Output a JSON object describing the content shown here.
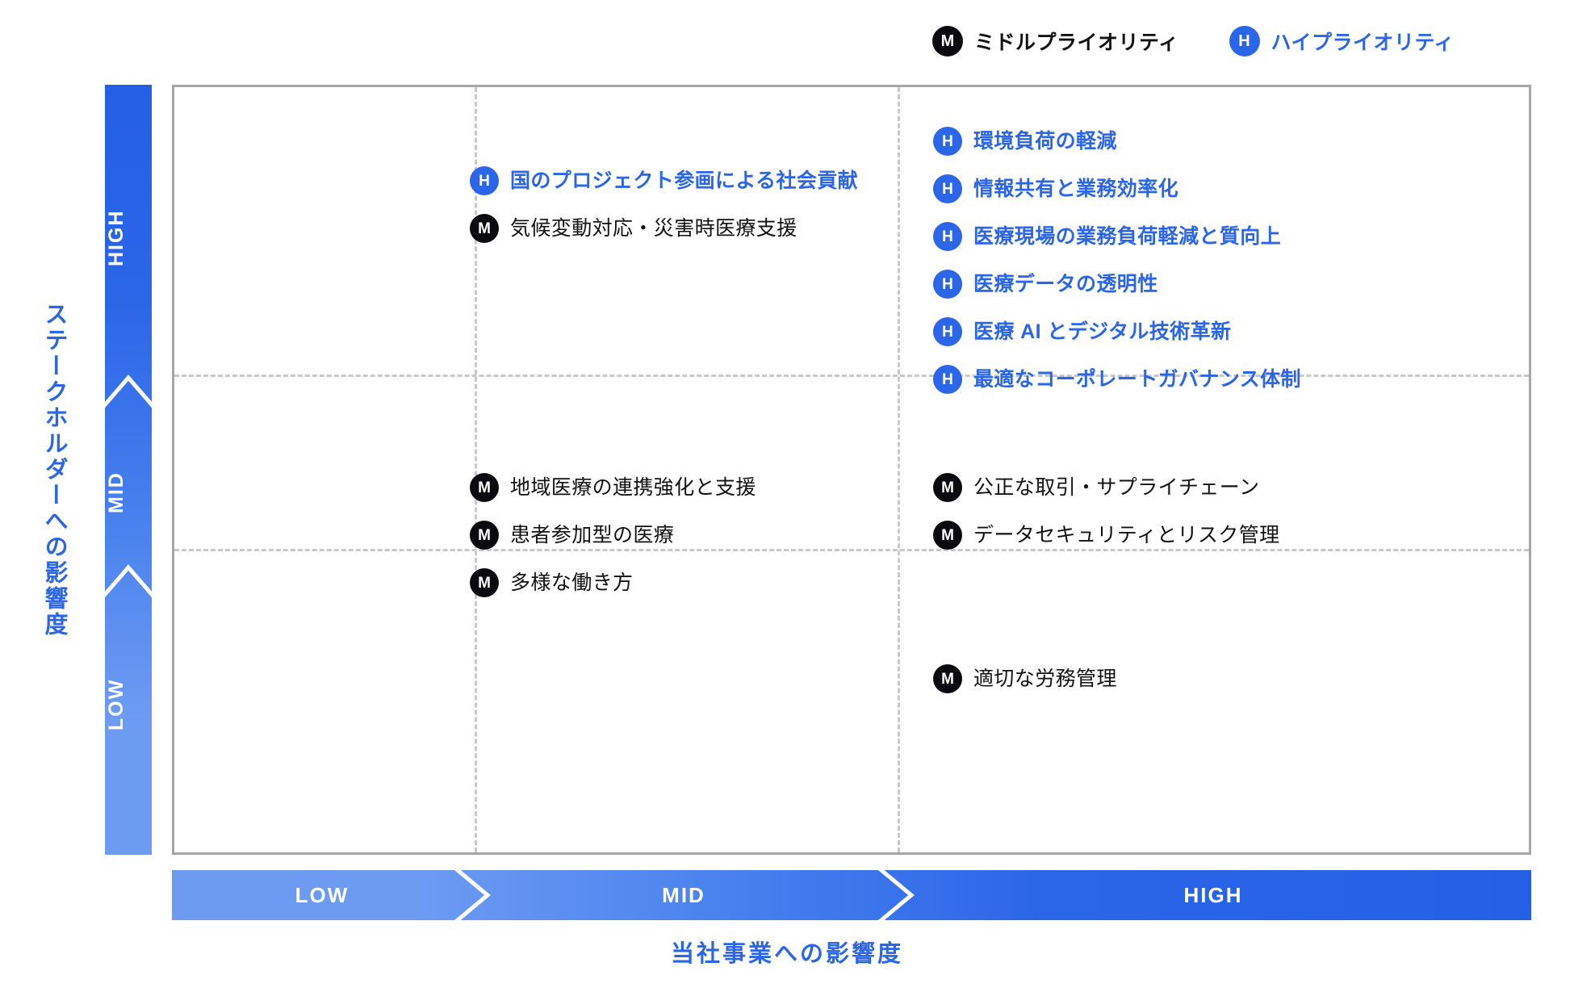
{
  "chart_data": {
    "type": "scatter",
    "title": "",
    "xlabel": "当社事業への影響度",
    "ylabel": "ステークホルダーへの影響度",
    "x_categories": [
      "LOW",
      "MID",
      "HIGH"
    ],
    "y_categories": [
      "LOW",
      "MID",
      "HIGH"
    ],
    "grid": true,
    "legend_position": "top-right",
    "series": [
      {
        "name": "ミドルプライオリティ",
        "code": "M",
        "color": "#0b0b0f"
      },
      {
        "name": "ハイプライオリティ",
        "code": "H",
        "color": "#2b66e8"
      }
    ],
    "points": [
      {
        "label": "国のプロジェクト参画による社会貢献",
        "priority": "H",
        "x": "MID",
        "y": "HIGH"
      },
      {
        "label": "気候変動対応・災害時医療支援",
        "priority": "M",
        "x": "MID",
        "y": "HIGH"
      },
      {
        "label": "環境負荷の軽減",
        "priority": "H",
        "x": "HIGH",
        "y": "HIGH"
      },
      {
        "label": "情報共有と業務効率化",
        "priority": "H",
        "x": "HIGH",
        "y": "HIGH"
      },
      {
        "label": "医療現場の業務負荷軽減と質向上",
        "priority": "H",
        "x": "HIGH",
        "y": "HIGH"
      },
      {
        "label": "医療データの透明性",
        "priority": "H",
        "x": "HIGH",
        "y": "HIGH"
      },
      {
        "label": "医療 AI とデジタル技術革新",
        "priority": "H",
        "x": "HIGH",
        "y": "HIGH"
      },
      {
        "label": "最適なコーポレートガバナンス体制",
        "priority": "H",
        "x": "HIGH",
        "y": "HIGH"
      },
      {
        "label": "地域医療の連携強化と支援",
        "priority": "M",
        "x": "MID",
        "y": "MID"
      },
      {
        "label": "患者参加型の医療",
        "priority": "M",
        "x": "MID",
        "y": "MID"
      },
      {
        "label": "多様な働き方",
        "priority": "M",
        "x": "MID",
        "y": "MID"
      },
      {
        "label": "公正な取引・サプライチェーン",
        "priority": "M",
        "x": "HIGH",
        "y": "MID"
      },
      {
        "label": "データセキュリティとリスク管理",
        "priority": "M",
        "x": "HIGH",
        "y": "MID"
      },
      {
        "label": "適切な労務管理",
        "priority": "M",
        "x": "HIGH",
        "y": "LOW"
      }
    ]
  },
  "legend": {
    "mid": {
      "code": "M",
      "label": "ミドルプライオリティ",
      "color": "#0b0b0f"
    },
    "high": {
      "code": "H",
      "label": "ハイプライオリティ",
      "color": "#2b66e8"
    }
  },
  "axes": {
    "y": {
      "title": "ステークホルダーへの影響度",
      "title_color": "#2b66e8",
      "segments": [
        {
          "label": "HIGH"
        },
        {
          "label": "MID"
        },
        {
          "label": "LOW"
        }
      ]
    },
    "x": {
      "title": "当社事業への影響度",
      "title_color": "#2b66e8",
      "segments": [
        {
          "label": "LOW"
        },
        {
          "label": "MID"
        },
        {
          "label": "HIGH"
        }
      ]
    }
  },
  "groups": {
    "mid_high": [
      {
        "code": "H",
        "label": "国のプロジェクト参画による社会貢献",
        "priority": "high"
      },
      {
        "code": "M",
        "label": "気候変動対応・災害時医療支援",
        "priority": "mid"
      }
    ],
    "high_high": [
      {
        "code": "H",
        "label": "環境負荷の軽減",
        "priority": "high"
      },
      {
        "code": "H",
        "label": "情報共有と業務効率化",
        "priority": "high"
      },
      {
        "code": "H",
        "label": "医療現場の業務負荷軽減と質向上",
        "priority": "high"
      },
      {
        "code": "H",
        "label": "医療データの透明性",
        "priority": "high"
      },
      {
        "code": "H",
        "label": "医療 AI とデジタル技術革新",
        "priority": "high"
      },
      {
        "code": "H",
        "label": "最適なコーポレートガバナンス体制",
        "priority": "high"
      }
    ],
    "mid_mid": [
      {
        "code": "M",
        "label": "地域医療の連携強化と支援",
        "priority": "mid"
      },
      {
        "code": "M",
        "label": "患者参加型の医療",
        "priority": "mid"
      },
      {
        "code": "M",
        "label": "多様な働き方",
        "priority": "mid"
      }
    ],
    "high_mid": [
      {
        "code": "M",
        "label": "公正な取引・サプライチェーン",
        "priority": "mid"
      },
      {
        "code": "M",
        "label": "データセキュリティとリスク管理",
        "priority": "mid"
      }
    ],
    "high_low": [
      {
        "code": "M",
        "label": "適切な労務管理",
        "priority": "mid"
      }
    ]
  },
  "colors": {
    "accent": "#2b66e8",
    "accent_light": "#6d9bf2",
    "dark": "#0b0b0f",
    "grid": "#c9c9c9",
    "border": "#a6a6a6"
  }
}
